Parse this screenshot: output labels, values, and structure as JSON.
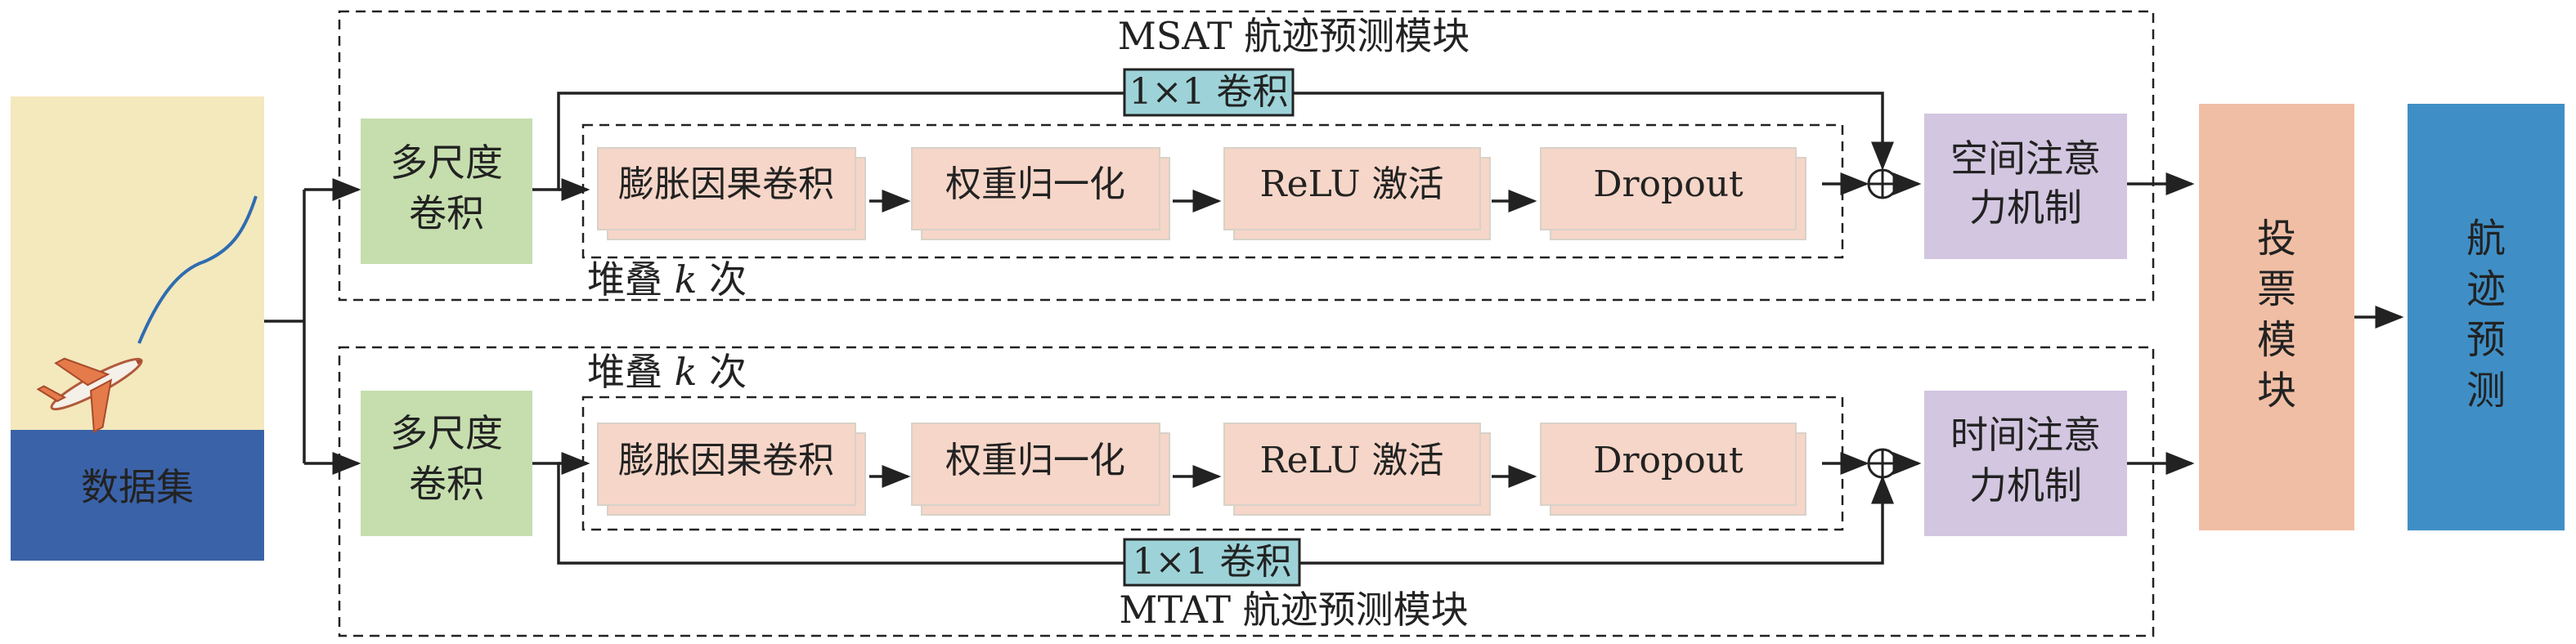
{
  "dataset": {
    "label": "数据集",
    "colors": {
      "sky": "#f4e8bd",
      "base": "#3a62a8",
      "trajectory": "#2f6cb0"
    }
  },
  "msat": {
    "title": "MSAT 航迹预测模块",
    "multiscale_conv": [
      "多尺度",
      "卷积"
    ],
    "conv1x1": "1×1 卷积",
    "stack_label": {
      "prefix": "堆叠 ",
      "k": "k",
      "suffix": " 次"
    },
    "blocks": [
      "膨胀因果卷积",
      "权重归一化",
      "ReLU 激活",
      "Dropout"
    ],
    "attention": [
      "空间注意",
      "力机制"
    ]
  },
  "mtat": {
    "title": "MTAT 航迹预测模块",
    "multiscale_conv": [
      "多尺度",
      "卷积"
    ],
    "conv1x1": "1×1 卷积",
    "stack_label": {
      "prefix": "堆叠 ",
      "k": "k",
      "suffix": " 次"
    },
    "blocks": [
      "膨胀因果卷积",
      "权重归一化",
      "ReLU 激活",
      "Dropout"
    ],
    "attention": [
      "时间注意",
      "力机制"
    ]
  },
  "vote": {
    "chars": [
      "投",
      "票",
      "模",
      "块"
    ]
  },
  "output": {
    "chars": [
      "航",
      "迹",
      "预",
      "测"
    ]
  },
  "colors": {
    "green": "#c6deae",
    "peach": "#f6d6c8",
    "lavender": "#d2c6e0",
    "vote": "#f0bea4",
    "output": "#3f8fc6",
    "teal": "#9dd3d8",
    "line": "#222222"
  }
}
